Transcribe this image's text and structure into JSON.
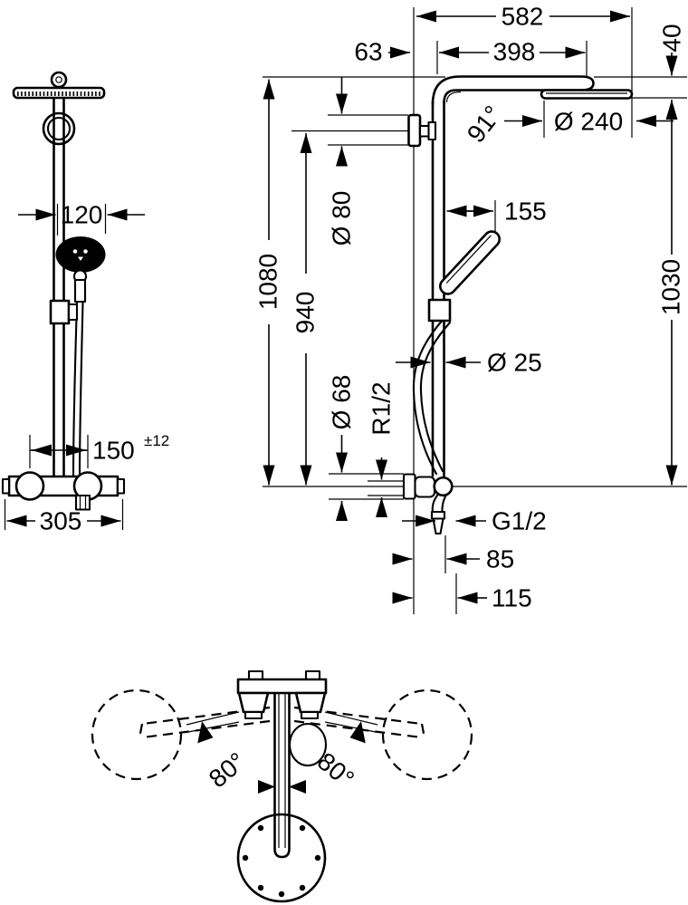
{
  "drawing": {
    "type": "technical-dimension-drawing",
    "subject": "shower-system-with-overhead-shower-hand-shower-and-thermostat",
    "colors": {
      "line": "#000000",
      "background": "#ffffff"
    },
    "views": {
      "front": "front-view",
      "side": "side-view",
      "top": "top-swivel-view"
    },
    "labels": {
      "w582": "582",
      "w63": "63",
      "w398": "398",
      "h40": "40",
      "d240": "Ø 240",
      "a91": "91°",
      "d80": "Ø 80",
      "h1080": "1080",
      "h940": "940",
      "w155": "155",
      "h1030": "1030",
      "d25": "Ø 25",
      "d68": "Ø 68",
      "r12": "R1/2",
      "g12": "G1/2",
      "w85": "85",
      "w115": "115",
      "w120": "120",
      "w150": "150",
      "tol": "±12",
      "w305": "305",
      "a80l": "80°",
      "a80r": "80°"
    }
  }
}
